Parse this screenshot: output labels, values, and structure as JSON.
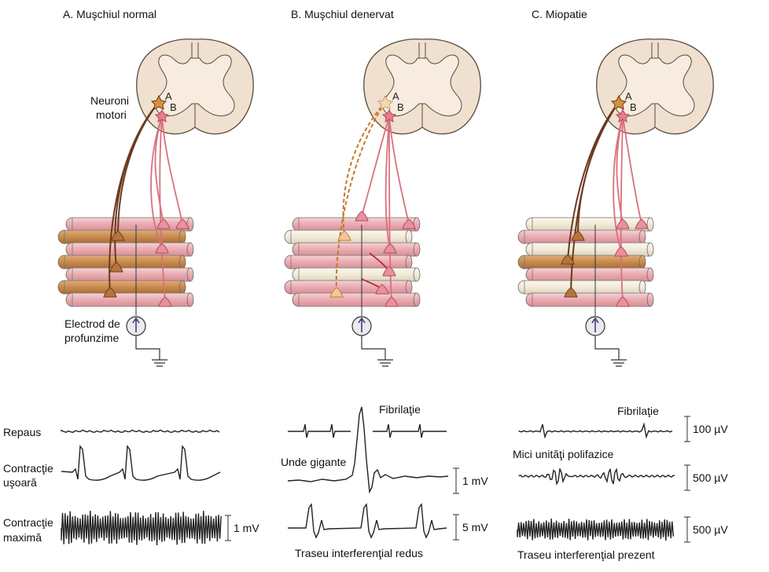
{
  "panels": [
    {
      "title": "A. Muşchiul normal"
    },
    {
      "title": "B. Muşchiul denervat"
    },
    {
      "title": "C. Miopatie"
    }
  ],
  "neuron_labels": {
    "a": "A",
    "b": "B"
  },
  "labels": {
    "motor_neurons_line1": "Neuroni",
    "motor_neurons_line2": "motori",
    "electrode_line1": "Electrod de",
    "electrode_line2": "profunzime"
  },
  "rows": {
    "rest": "Repaus",
    "light_line1": "Contracţie",
    "light_line2": "uşoară",
    "max_line1": "Contracţie",
    "max_line2": "maximă"
  },
  "trace_labels": {
    "fibrillation_b": "Fibrilaţie",
    "giant_waves": "Unde gigante",
    "reduced_pattern": "Traseu interferenţial redus",
    "fibrillation_c": "Fibrilaţie",
    "small_units": "Mici unităţi polifazice",
    "present_pattern": "Traseu interferenţial prezent"
  },
  "scales": {
    "a_max": "1 mV",
    "b_light": "1 mV",
    "b_max": "5 mV",
    "c_rest": "100 µV",
    "c_light": "500 µV",
    "c_max": "500 µV"
  },
  "colors": {
    "spinal_cord": "#efe0cf",
    "gray_matter": "#f7ecdf",
    "fiber_pink": "#e9aab0",
    "fiber_brown": "#c88a4e",
    "fiber_pale": "#f3eedd",
    "axon_brown": "#6b3a1e",
    "axon_pink": "#d9707d",
    "axon_dashed": "#c47a2a"
  }
}
